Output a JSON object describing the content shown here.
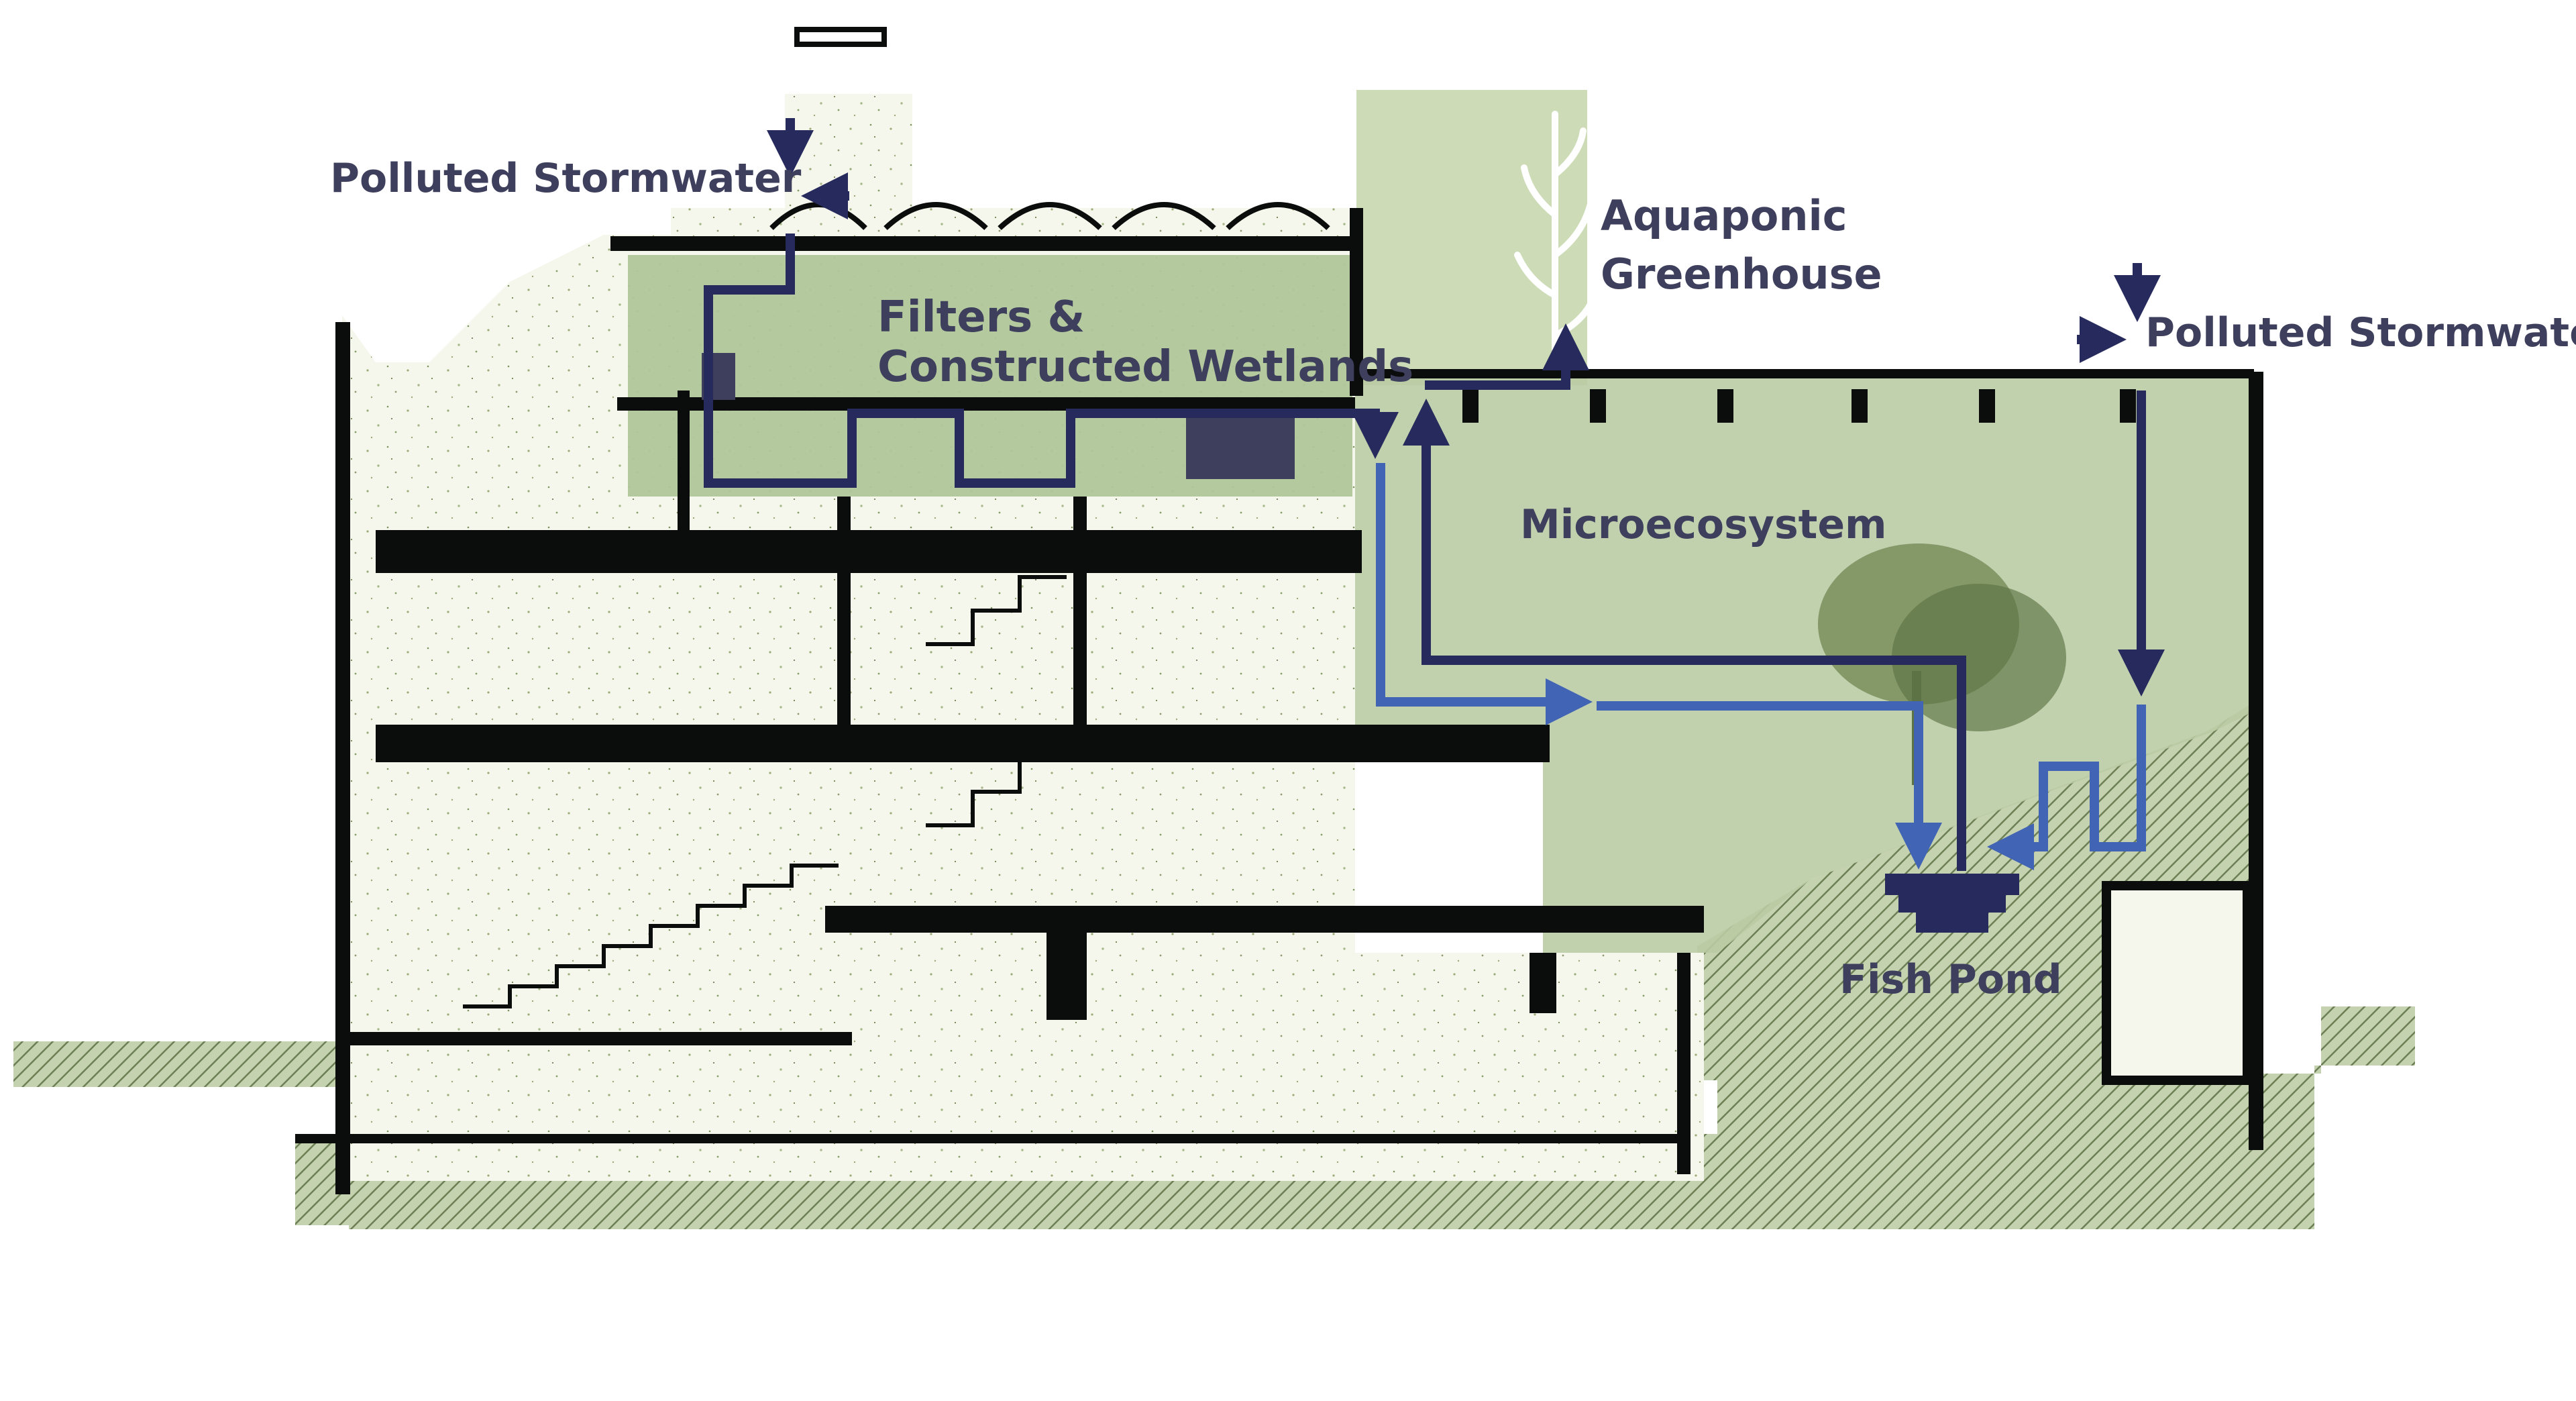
{
  "diagram": {
    "labels": {
      "polluted_stormwater_left": "Polluted Stormwater",
      "aquaponic_greenhouse_line1": "Aquaponic",
      "aquaponic_greenhouse_line2": "Greenhouse",
      "polluted_stormwater_right": "Polluted Stormwater",
      "filters_line1": "Filters &",
      "filters_line2": "Constructed Wetlands",
      "microecosystem": "Microecosystem",
      "fish_pond": "Fish Pond"
    },
    "colors": {
      "building_fill": "#f6f7ec",
      "wall": "#0b0d0c",
      "ground": "#b7c7a3",
      "greenhouse": "#cddcb6",
      "wetland_zone": "#b0c69a",
      "microecosystem_zone": "#bacba4",
      "flow_dark": "#262a5c",
      "flow_light": "#4264b4",
      "label_text": "#3e3f5c"
    }
  }
}
